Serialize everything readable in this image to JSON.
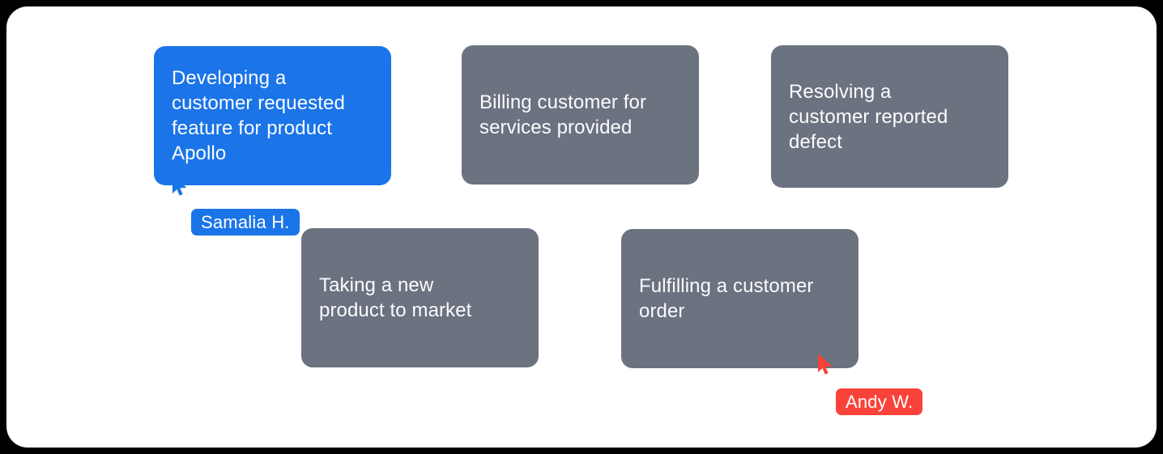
{
  "colors": {
    "card_gray": "#6B7280",
    "card_blue": "#1B74E8",
    "cursor_blue": "#1B74E8",
    "cursor_red": "#F9423A",
    "text_on_card": "#FCFCFD"
  },
  "cards": [
    {
      "id": "developing-feature",
      "variant": "blue",
      "text": "Developing a\ncustomer requested\nfeature for product\nApollo",
      "selected_by": "Samalia H."
    },
    {
      "id": "billing-customer",
      "variant": "gray",
      "text": "Billing customer for\nservices provided"
    },
    {
      "id": "resolving-defect",
      "variant": "gray",
      "text": "Resolving a\ncustomer reported\ndefect"
    },
    {
      "id": "new-product",
      "variant": "gray",
      "text": "Taking a new\nproduct to market"
    },
    {
      "id": "fulfilling-order",
      "variant": "gray",
      "text": "Fulfilling a customer\norder"
    }
  ],
  "cursors": [
    {
      "user": "Samalia H.",
      "color": "#1B74E8"
    },
    {
      "user": "Andy W.",
      "color": "#F9423A"
    }
  ]
}
